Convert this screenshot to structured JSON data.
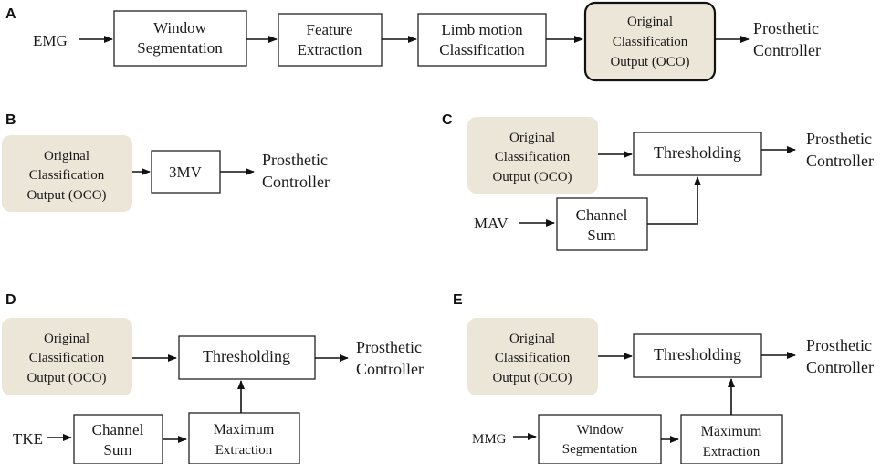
{
  "panels": {
    "a": {
      "label": "A",
      "input": "EMG",
      "window_segmentation": [
        "Window",
        "Segmentation"
      ],
      "feature_extraction": [
        "Feature",
        "Extraction"
      ],
      "limb_motion": [
        "Limb motion",
        "Classification"
      ],
      "oco": [
        "Original",
        "Classification",
        "Output (OCO)"
      ],
      "output": [
        "Prosthetic",
        "Controller"
      ]
    },
    "b": {
      "label": "B",
      "oco": [
        "Original",
        "Classification",
        "Output (OCO)"
      ],
      "filter": "3MV",
      "output": [
        "Prosthetic",
        "Controller"
      ]
    },
    "c": {
      "label": "C",
      "oco": [
        "Original",
        "Classification",
        "Output (OCO)"
      ],
      "thresholding": "Thresholding",
      "input": "MAV",
      "channel_sum": [
        "Channel",
        "Sum"
      ],
      "output": [
        "Prosthetic",
        "Controller"
      ]
    },
    "d": {
      "label": "D",
      "oco": [
        "Original",
        "Classification",
        "Output (OCO)"
      ],
      "thresholding": "Thresholding",
      "input": "TKE",
      "channel_sum": [
        "Channel",
        "Sum"
      ],
      "maximum": [
        "Maximum",
        "Extraction"
      ],
      "output": [
        "Prosthetic",
        "Controller"
      ]
    },
    "e": {
      "label": "E",
      "oco": [
        "Original",
        "Classification",
        "Output (OCO)"
      ],
      "thresholding": "Thresholding",
      "input": "MMG",
      "window_segmentation": [
        "Window",
        "Segmentation"
      ],
      "maximum": [
        "Maximum",
        "Extraction"
      ],
      "output": [
        "Prosthetic",
        "Controller"
      ]
    }
  },
  "colors": {
    "oco_fill": "#ece6d9",
    "stroke": "#111111"
  }
}
